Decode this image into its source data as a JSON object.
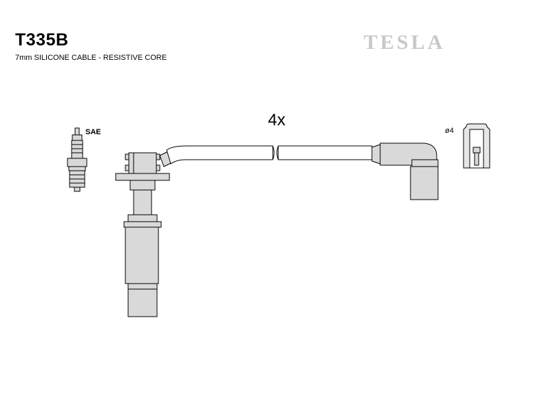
{
  "header": {
    "part_number": "T335B",
    "description": "7mm SILICONE CABLE - RESISTIVE CORE",
    "brand": "TESLA"
  },
  "diagram": {
    "quantity_label": "4x",
    "spark_plug_label": "SAE",
    "terminal_label": "ø4"
  },
  "colors": {
    "line": "#000000",
    "part_fill": "#d9d9d9",
    "brand_gray": "#c8c8c8"
  }
}
